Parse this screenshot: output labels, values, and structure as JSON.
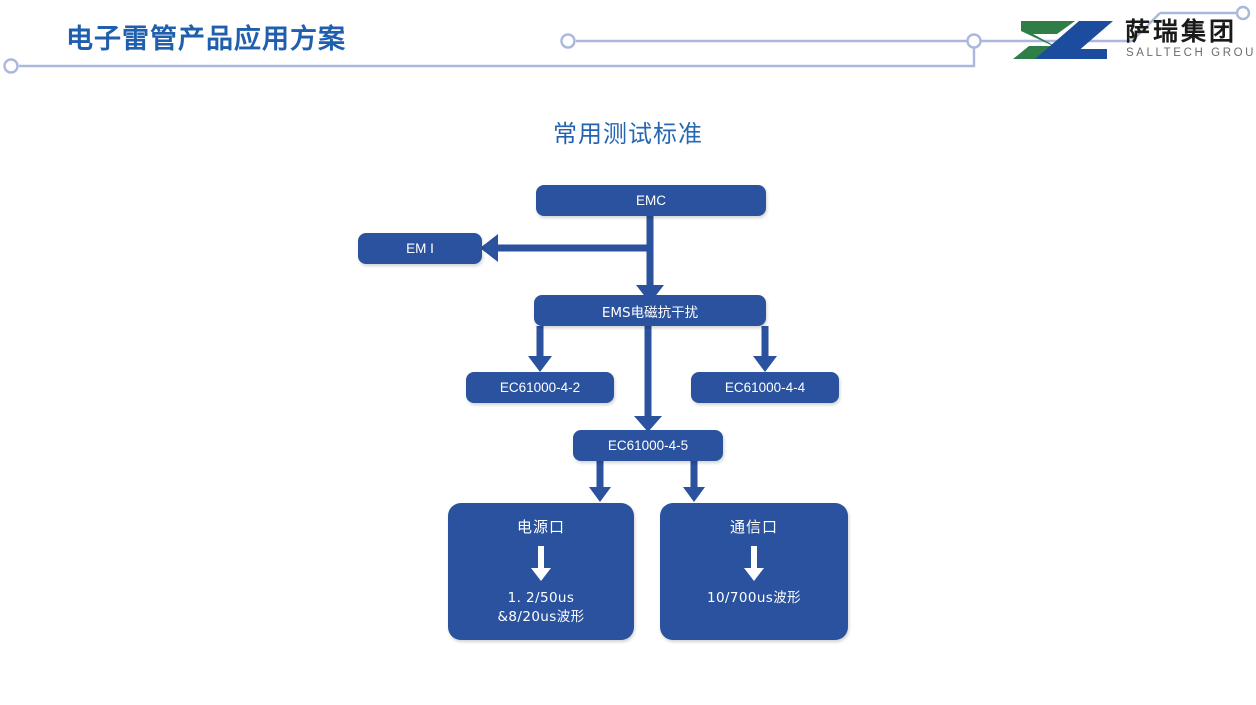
{
  "header": {
    "title": "电子雷管产品应用方案",
    "title_color": "#1F5FAE",
    "deco_line_color": "#A9B8DC"
  },
  "logo": {
    "name_cn": "萨瑞集团",
    "name_en": "SALLTECH GROUP",
    "mark_green": "#2F7D47",
    "mark_blue": "#1B4C9E"
  },
  "slide": {
    "subtitle": "常用测试标准",
    "subtitle_color": "#2E75B6"
  },
  "flowchart": {
    "node_fill": "#2A529E",
    "arrow_color": "#2A529E",
    "nodes": {
      "emc": {
        "label": "EMC"
      },
      "emi": {
        "label": "EM I"
      },
      "ems": {
        "label": "EMS电磁抗干扰"
      },
      "ec_4_2": {
        "label": "EC61000-4-2"
      },
      "ec_4_4": {
        "label": "EC61000-4-4"
      },
      "ec_4_5": {
        "label": "EC61000-4-5"
      },
      "power_port": {
        "title": "电源口",
        "line1": "1. 2/50us",
        "line2": "&8/20us波形"
      },
      "comm_port": {
        "title": "通信口",
        "line1": "10/700us波形"
      }
    },
    "edges": [
      {
        "from": "emc",
        "to": "emi",
        "direction": "left"
      },
      {
        "from": "emc",
        "to": "ems",
        "direction": "down"
      },
      {
        "from": "ems",
        "to": "ec_4_2",
        "direction": "down"
      },
      {
        "from": "ems",
        "to": "ec_4_5",
        "direction": "down"
      },
      {
        "from": "ems",
        "to": "ec_4_4",
        "direction": "down"
      },
      {
        "from": "ec_4_5",
        "to": "power_port",
        "direction": "down"
      },
      {
        "from": "ec_4_5",
        "to": "comm_port",
        "direction": "down"
      }
    ]
  }
}
